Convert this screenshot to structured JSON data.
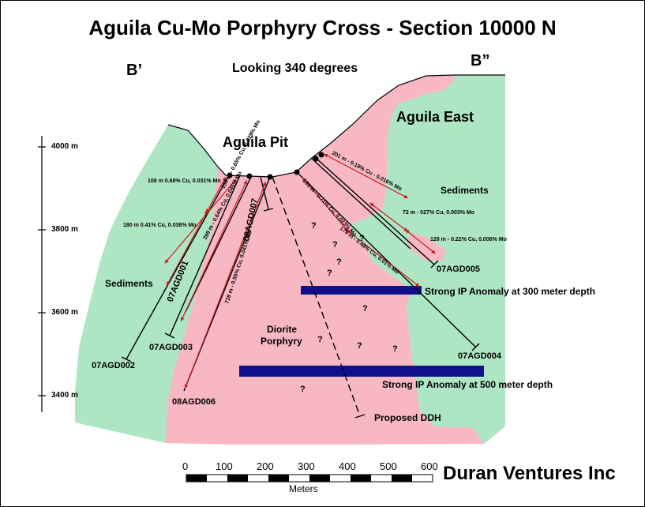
{
  "title": "Aguila Cu-Mo Porphyry Cross - Section 10000 N",
  "section_left": "B’",
  "section_right": "B”",
  "looking": "Looking 340 degrees",
  "areas": {
    "pit": "Aguila Pit",
    "east": "Aguila East",
    "sediments_left": "Sediments",
    "sediments_right": "Sediments",
    "diorite_line1": "Diorite",
    "diorite_line2": "Porphyry"
  },
  "elevation_scale": [
    "4000 m",
    "3800 m",
    "3600 m",
    "3400 m"
  ],
  "holes": {
    "h002": "07AGD002",
    "h003": "07AGD003",
    "h001": "07AGD001",
    "h006": "08AGD006",
    "h007": "08AGD007",
    "h005": "07AGD005",
    "h004": "07AGD004",
    "proposed": "Proposed DDH"
  },
  "intercepts": {
    "i1": "108 m 0.68% Cu, 0.031% Mo",
    "i2": "180 m 0.41% Cu, 0.038% Mo",
    "i3": "250 m - 0.65% Cu, 0.029% Mo",
    "i4": "399 m - 0.64% Cu, 0.045% Mo",
    "i5": "718 m - 0.55% Cu, 0.041% Mo",
    "i6": "191 m - 0.71% Cu, 0.023% Mo",
    "i7": "179 m - 0.48% Cu, 0.01% Mo",
    "i8": "201 m - 0.18% Cu - 0.016% Mo",
    "i9": "72 m - 027% Cu, 0.003% Mo",
    "i10": "128 m - 0.22% Cu, 0.006% Mo"
  },
  "anomalies": {
    "a300": "Strong IP Anomaly at 300 meter depth",
    "a500": "Strong IP Anomaly at 500 meter depth"
  },
  "unknown_mark": "?",
  "scale_bar": {
    "ticks": [
      "0",
      "100",
      "200",
      "300",
      "400",
      "500",
      "600"
    ],
    "unit": "Meters"
  },
  "company": "Duran Ventures Inc",
  "colors": {
    "sediments": "#aee6c4",
    "porphyry": "#f7b8c4",
    "anomaly": "#10108c",
    "intercept": "#cc1a1a"
  }
}
